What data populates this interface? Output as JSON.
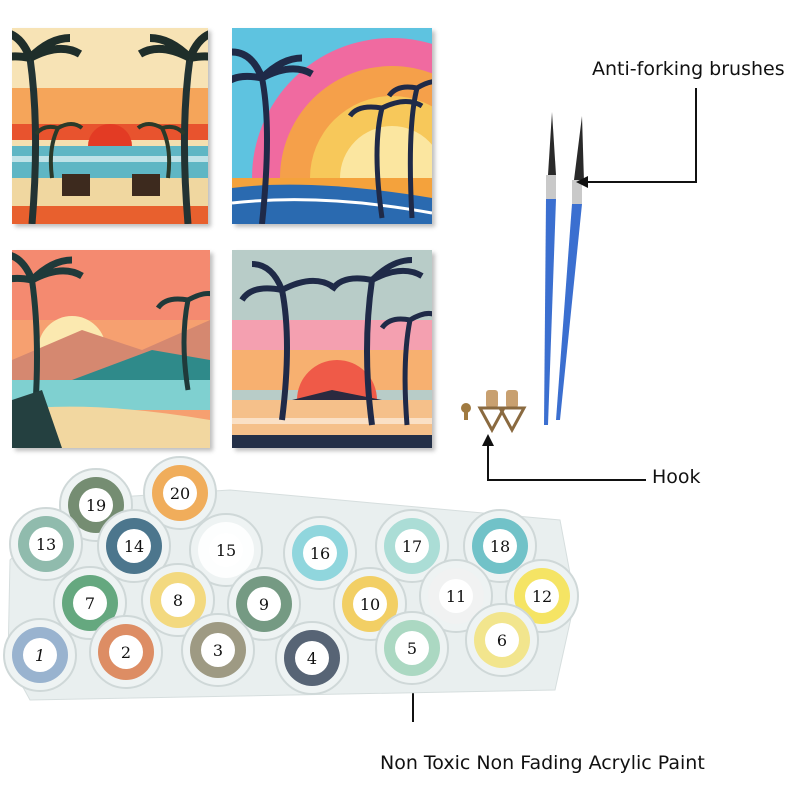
{
  "labels": {
    "brushes": "Anti-forking brushes",
    "hook": "Hook",
    "paint": "Non Toxic Non Fading Acrylic Paint"
  },
  "paint_pots": [
    {
      "number": "1",
      "color": "#8aa7c8"
    },
    {
      "number": "2",
      "color": "#d97a4a"
    },
    {
      "number": "3",
      "color": "#8f8a6e"
    },
    {
      "number": "4",
      "color": "#3c4a5e"
    },
    {
      "number": "5",
      "color": "#9fd2b8"
    },
    {
      "number": "6",
      "color": "#f2e27a"
    },
    {
      "number": "7",
      "color": "#4c9a6a"
    },
    {
      "number": "8",
      "color": "#f3d36a"
    },
    {
      "number": "9",
      "color": "#5f8a6e"
    },
    {
      "number": "10",
      "color": "#f2c84a"
    },
    {
      "number": "11",
      "color": "#f1f1f1"
    },
    {
      "number": "12",
      "color": "#f6e04a"
    },
    {
      "number": "13",
      "color": "#7fb0a0"
    },
    {
      "number": "14",
      "color": "#2f5f7a"
    },
    {
      "number": "15",
      "color": "#ffffff"
    },
    {
      "number": "16",
      "color": "#7fd0d8"
    },
    {
      "number": "17",
      "color": "#9fd8d0"
    },
    {
      "number": "18",
      "color": "#5ab8c0"
    },
    {
      "number": "19",
      "color": "#5f7a5a"
    },
    {
      "number": "20",
      "color": "#f0a040"
    }
  ]
}
